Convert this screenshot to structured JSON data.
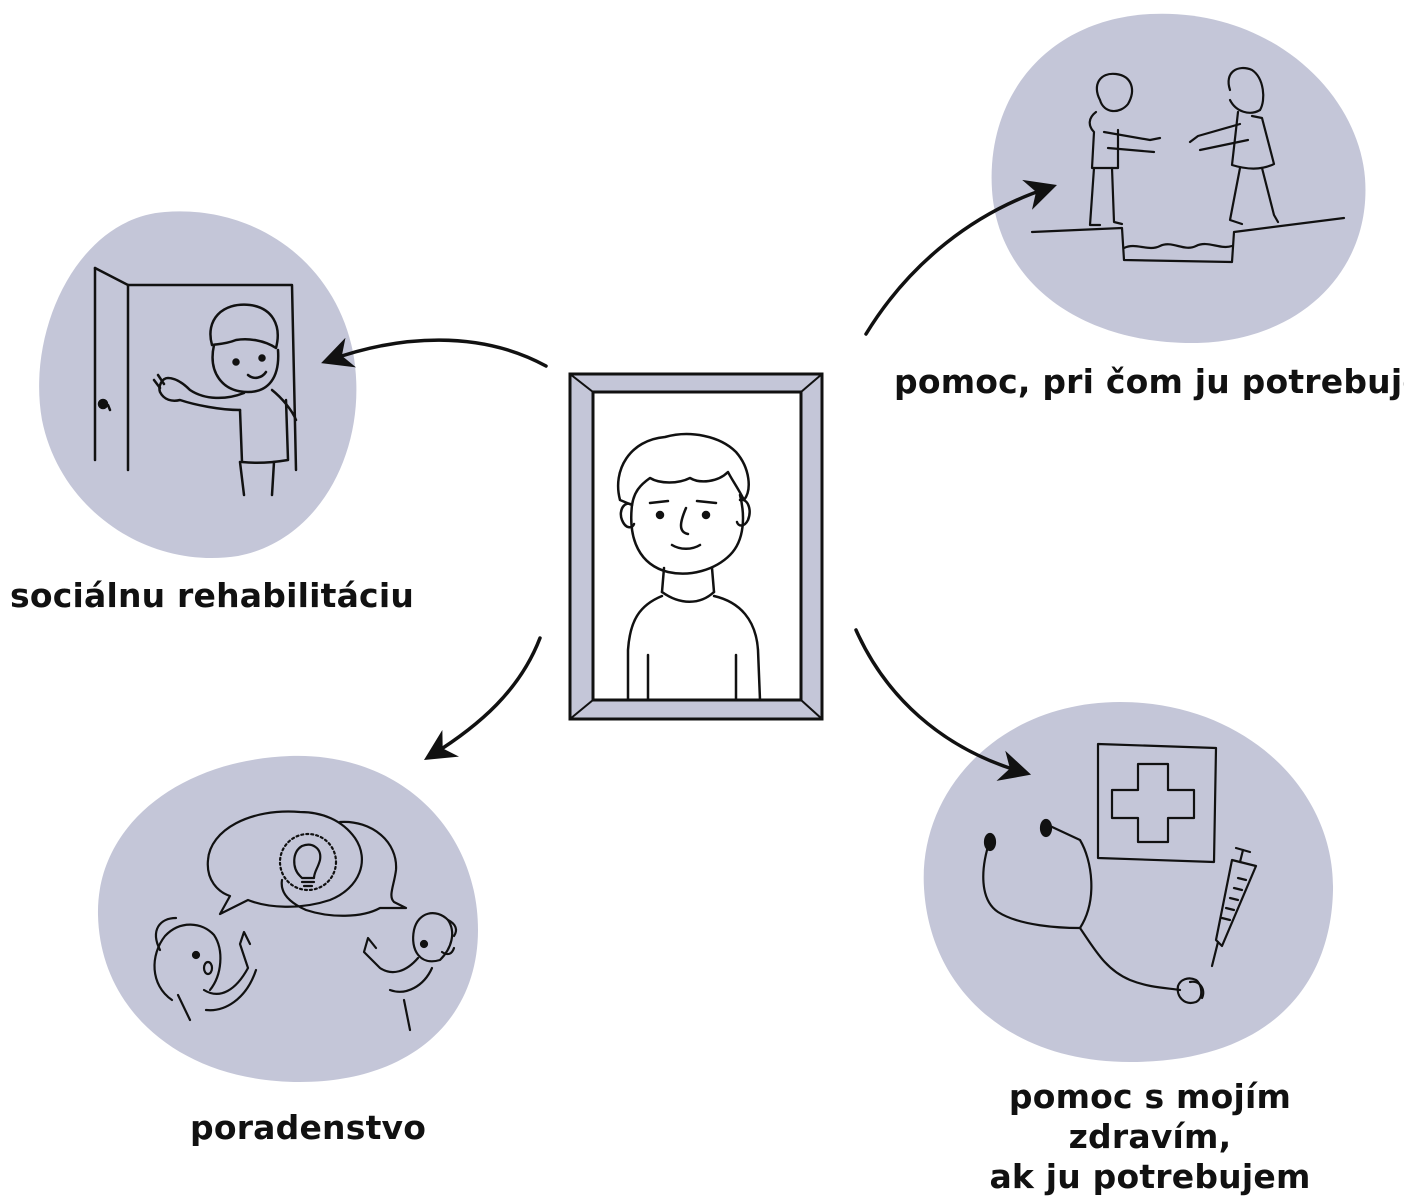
{
  "colors": {
    "blob": "#c4c6d8",
    "ink": "#111111",
    "frame": "#c4c6d8",
    "background": "#ffffff"
  },
  "center": {
    "icon": "portrait-frame-icon"
  },
  "nodes": [
    {
      "id": "social",
      "label": "sociálnu rehabilitáciu",
      "icon": "door-waving-person-icon"
    },
    {
      "id": "help",
      "label": "pomoc, pri čom ju potrebujem",
      "icon": "helping-hands-bridge-icon"
    },
    {
      "id": "advice",
      "label": "poradenstvo",
      "icon": "speech-bubbles-lightbulb-icon"
    },
    {
      "id": "health",
      "label_line1": "pomoc s mojím zdravím,",
      "label_line2": "ak ju potrebujem",
      "icon": "medical-cross-stethoscope-syringe-icon"
    }
  ]
}
